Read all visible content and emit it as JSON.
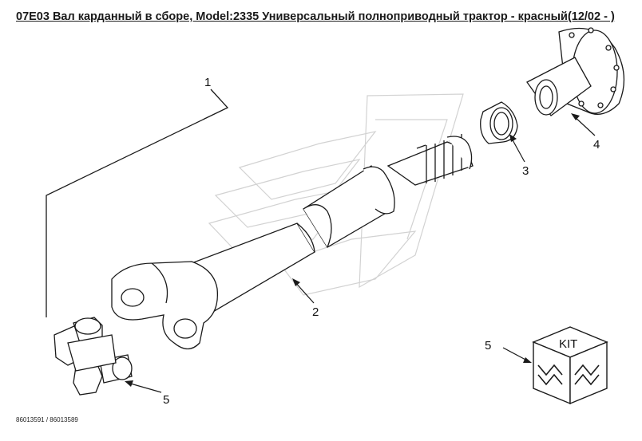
{
  "title": "07E03 Вал карданный в сборе, Model:2335 Универсальный полноприводный трактор - красный(12/02 - )",
  "footer_code": "86013591 / 86013589",
  "callouts": {
    "c1": "1",
    "c2": "2",
    "c3": "3",
    "c4": "4",
    "c5a": "5",
    "c5b": "5"
  },
  "kit_label": "KIT",
  "colors": {
    "line": "#1a1a1a",
    "watermark": "#d6d6d6",
    "background": "#ffffff"
  }
}
